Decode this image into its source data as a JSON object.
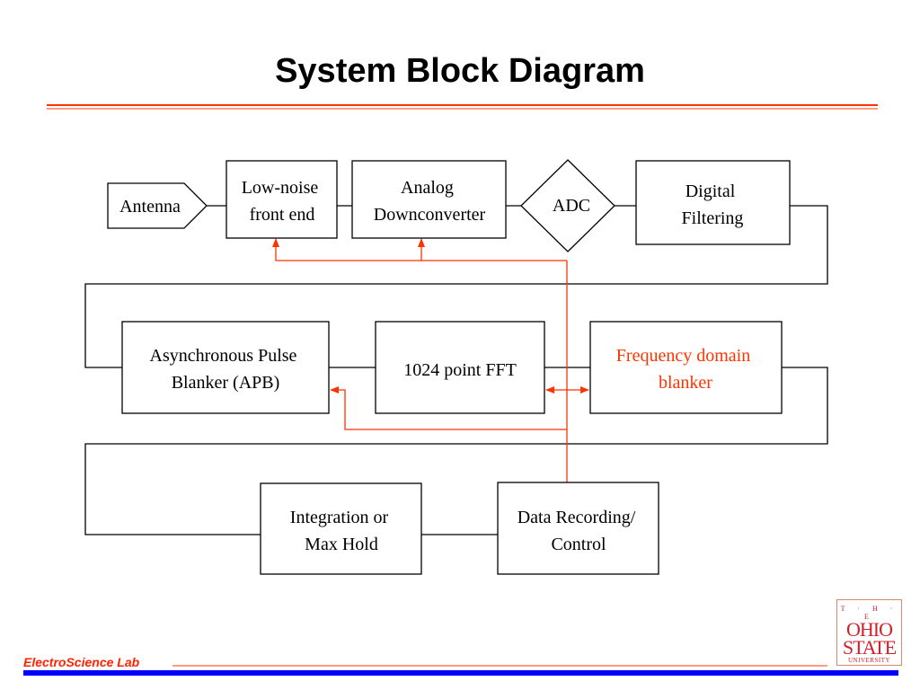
{
  "title": "System Block Diagram",
  "footer": "ElectroScience Lab",
  "logo_lines": [
    "T · H · E",
    "OHIO",
    "STATE",
    "UNIVERSITY"
  ],
  "colors": {
    "accent": "#ff3300",
    "line": "#000000",
    "footer_bar": "#0000ff"
  },
  "blocks": {
    "antenna": [
      "Antenna"
    ],
    "lna": [
      "Low-noise",
      "front end"
    ],
    "downconverter": [
      "Analog",
      "Downconverter"
    ],
    "adc": [
      "ADC"
    ],
    "digital_filtering": [
      "Digital",
      "Filtering"
    ],
    "apb": [
      "Asynchronous Pulse",
      "Blanker (APB)"
    ],
    "fft": [
      "1024 point FFT"
    ],
    "freq_blanker": [
      "Frequency domain",
      "blanker"
    ],
    "integration": [
      "Integration or",
      "Max Hold"
    ],
    "recording": [
      "Data Recording/",
      "Control"
    ]
  }
}
